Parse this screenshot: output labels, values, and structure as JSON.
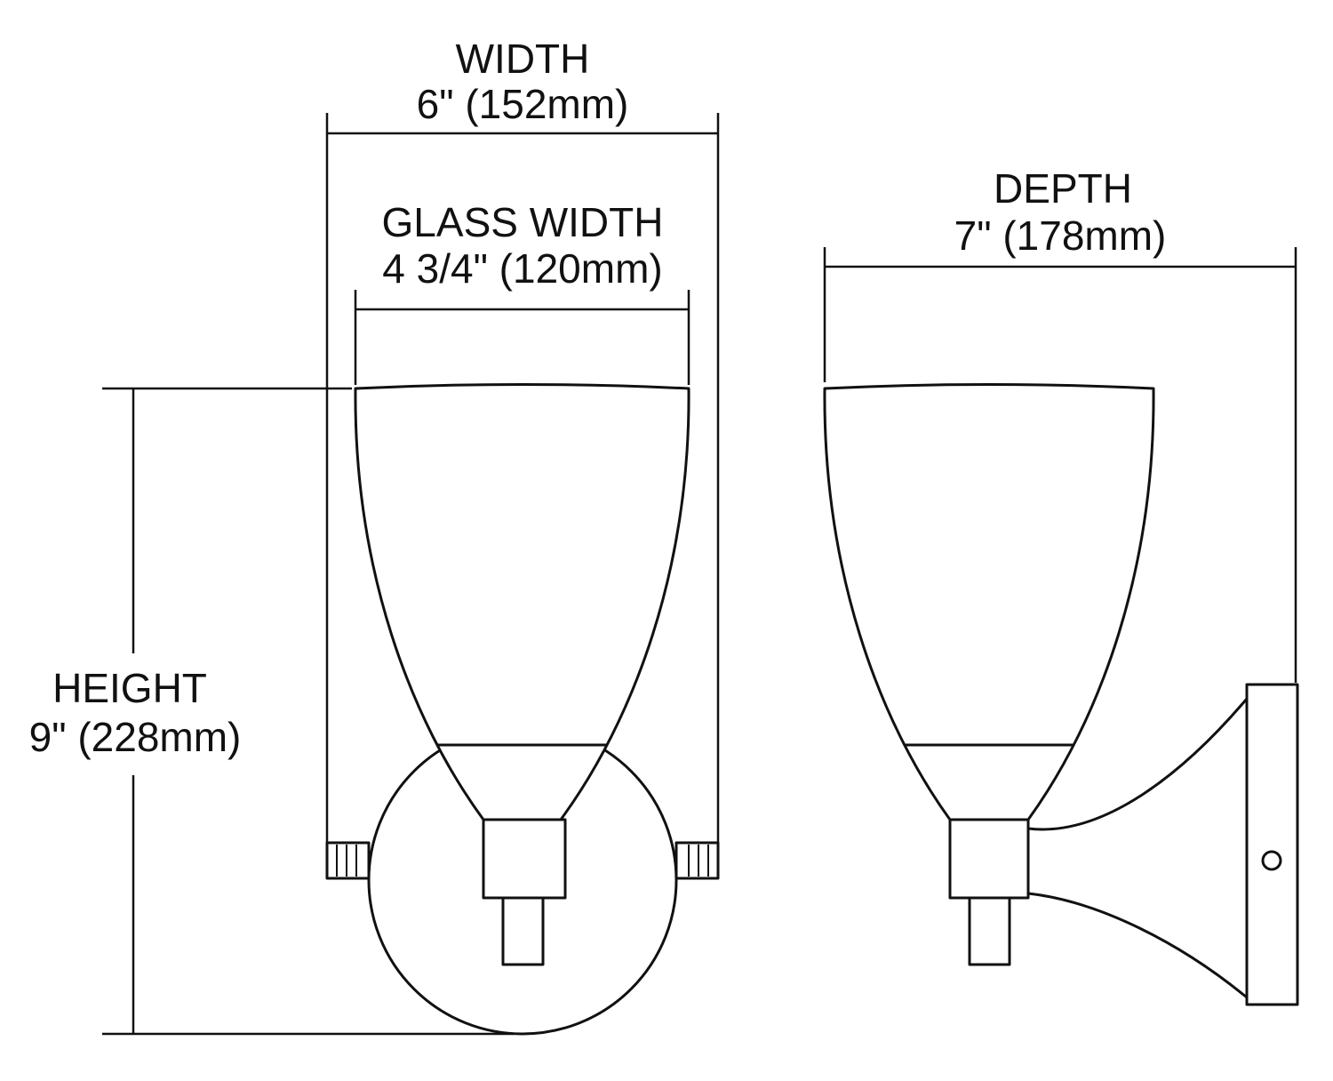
{
  "diagram": {
    "background": "#ffffff",
    "line_color": "#111111",
    "dimensions": {
      "width": {
        "label": "WIDTH",
        "value": "6\" (152mm)"
      },
      "glass_width": {
        "label": "GLASS WIDTH",
        "value": "4 3/4\" (120mm)"
      },
      "depth": {
        "label": "DEPTH",
        "value": "7\" (178mm)"
      },
      "height": {
        "label": "HEIGHT",
        "value": "9\" (228mm)"
      }
    }
  }
}
